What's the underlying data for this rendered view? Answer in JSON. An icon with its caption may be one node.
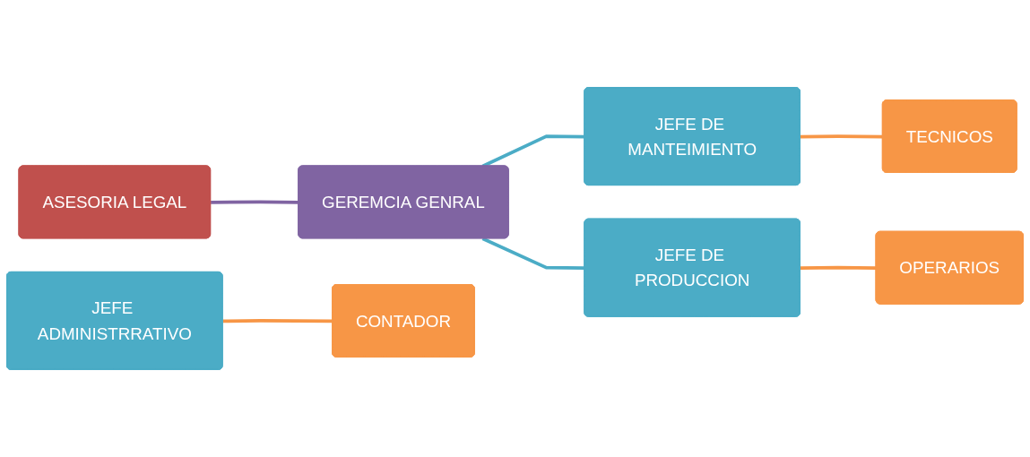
{
  "diagram": {
    "nodes": [
      {
        "text": [
          "ASESORIA LEGAL"
        ]
      },
      {
        "text": [
          "GEREMCIA GENRAL"
        ]
      },
      {
        "text": [
          "JEFE ADMINISTRRATIVO"
        ]
      },
      {
        "text": [
          "CONTADOR"
        ]
      },
      {
        "text": [
          "JEFE DE MANTEIMIENTO"
        ]
      },
      {
        "text": [
          "TECNICOS"
        ]
      },
      {
        "text": [
          "JEFE DE PRODUCCION"
        ]
      },
      {
        "text": [
          "OPERARIOS"
        ]
      }
    ],
    "edges": [
      {
        "from": 0,
        "to": 1,
        "arrow": "none",
        "color": "#8064a2"
      },
      {
        "from": 1,
        "to": 4,
        "arrow": "none",
        "color": "#4bacc6"
      },
      {
        "from": 1,
        "to": 6,
        "arrow": "none",
        "color": "#4bacc6"
      },
      {
        "from": 2,
        "to": 3,
        "arrow": "none"
      },
      {
        "from": 4,
        "to": 5,
        "arrow": "none"
      },
      {
        "from": 6,
        "to": 7,
        "arrow": "none"
      }
    ]
  }
}
